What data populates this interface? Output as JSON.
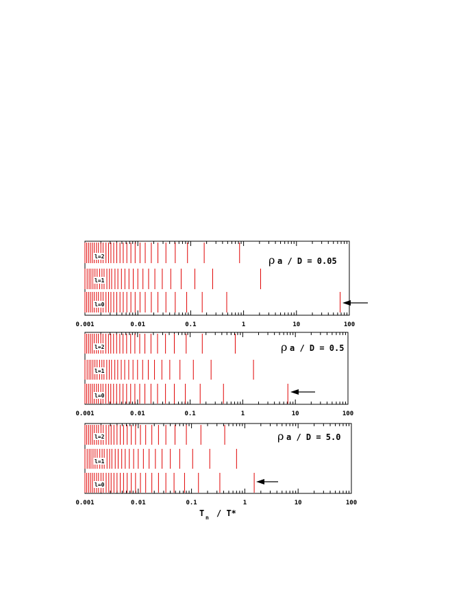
{
  "colors": {
    "mark": "#e00000",
    "axis": "#000000"
  },
  "xaxis": {
    "scale": "log",
    "ticks": [
      0.001,
      0.01,
      0.1,
      1,
      10,
      100
    ],
    "tick_labels": [
      "0.001",
      "0.01",
      "0.1",
      "1",
      "10",
      "100"
    ],
    "label_main": "T",
    "label_sub": "n",
    "label_rest": "/ T*"
  },
  "chart_data": [
    {
      "type": "scatter",
      "param_symbol": "ρ",
      "param_text": "a / D = 0.05",
      "xlim": [
        0.001,
        100
      ],
      "rows": [
        {
          "label": "l=2",
          "values": [
            0.84,
            0.18,
            0.087,
            0.051,
            0.034,
            0.024,
            0.018,
            0.0138,
            0.011,
            0.0089,
            0.0074,
            0.0062,
            0.0053,
            0.0046,
            0.004,
            0.0035,
            0.0031,
            0.0028,
            0.0025,
            0.0022,
            0.002,
            0.0018,
            0.00165,
            0.0015,
            0.00138,
            0.00127,
            0.00117,
            0.00108,
            0.001
          ]
        },
        {
          "label": "l=1",
          "values": [
            2.1,
            0.26,
            0.12,
            0.066,
            0.042,
            0.029,
            0.021,
            0.016,
            0.0125,
            0.01,
            0.0082,
            0.0068,
            0.0057,
            0.0049,
            0.0042,
            0.0037,
            0.0032,
            0.0029,
            0.0026,
            0.0023,
            0.0021,
            0.0019,
            0.0017,
            0.00155,
            0.00142,
            0.0013,
            0.0012,
            0.0011,
            0.001
          ]
        },
        {
          "label": "l=0",
          "values": [
            67,
            0.48,
            0.165,
            0.084,
            0.051,
            0.034,
            0.024,
            0.018,
            0.0138,
            0.011,
            0.0089,
            0.0074,
            0.0062,
            0.0053,
            0.0046,
            0.004,
            0.0035,
            0.0031,
            0.0028,
            0.0025,
            0.0022,
            0.002,
            0.0018,
            0.00165,
            0.0015,
            0.00138,
            0.00127,
            0.00117,
            0.00108,
            0.001
          ]
        }
      ],
      "arrow_row": "l=0"
    },
    {
      "type": "scatter",
      "param_symbol": "ρ",
      "param_text": "a / D = 0.5",
      "xlim": [
        0.001,
        100
      ],
      "rows": [
        {
          "label": "l=2",
          "values": [
            0.72,
            0.17,
            0.084,
            0.05,
            0.034,
            0.024,
            0.018,
            0.0138,
            0.011,
            0.0089,
            0.0074,
            0.0062,
            0.0053,
            0.0046,
            0.004,
            0.0035,
            0.0031,
            0.0028,
            0.0025,
            0.0022,
            0.002,
            0.0018,
            0.00165,
            0.0015,
            0.00138,
            0.00127,
            0.00117,
            0.00108,
            0.001
          ]
        },
        {
          "label": "l=1",
          "values": [
            1.6,
            0.25,
            0.115,
            0.064,
            0.041,
            0.029,
            0.021,
            0.016,
            0.0125,
            0.01,
            0.0082,
            0.0068,
            0.0057,
            0.0049,
            0.0042,
            0.0037,
            0.0032,
            0.0029,
            0.0026,
            0.0023,
            0.0021,
            0.0019,
            0.0017,
            0.00155,
            0.00142,
            0.0013,
            0.0012,
            0.0011,
            0.001
          ]
        },
        {
          "label": "l=0",
          "values": [
            7.2,
            0.43,
            0.155,
            0.081,
            0.05,
            0.034,
            0.024,
            0.018,
            0.0138,
            0.011,
            0.0089,
            0.0074,
            0.0062,
            0.0053,
            0.0046,
            0.004,
            0.0035,
            0.0031,
            0.0028,
            0.0025,
            0.0022,
            0.002,
            0.0018,
            0.00165,
            0.0015,
            0.00138,
            0.00127,
            0.00117,
            0.00108,
            0.001
          ]
        }
      ],
      "arrow_row": "l=0"
    },
    {
      "type": "scatter",
      "param_symbol": "ρ",
      "param_text": "a / D = 5.0",
      "xlim": [
        0.001,
        100
      ],
      "rows": [
        {
          "label": "l=2",
          "values": [
            0.42,
            0.15,
            0.08,
            0.049,
            0.033,
            0.024,
            0.018,
            0.0138,
            0.011,
            0.0089,
            0.0074,
            0.0062,
            0.0053,
            0.0046,
            0.004,
            0.0035,
            0.0031,
            0.0028,
            0.0025,
            0.0022,
            0.002,
            0.0018,
            0.00165,
            0.0015,
            0.00138,
            0.00127,
            0.00117,
            0.00108,
            0.001
          ]
        },
        {
          "label": "l=1",
          "values": [
            0.7,
            0.22,
            0.105,
            0.06,
            0.04,
            0.028,
            0.021,
            0.016,
            0.0125,
            0.01,
            0.0082,
            0.0068,
            0.0057,
            0.0049,
            0.0042,
            0.0037,
            0.0032,
            0.0029,
            0.0026,
            0.0023,
            0.0021,
            0.0019,
            0.0017,
            0.00155,
            0.00142,
            0.0013,
            0.0012,
            0.0011,
            0.001
          ]
        },
        {
          "label": "l=0",
          "values": [
            1.5,
            0.34,
            0.135,
            0.074,
            0.047,
            0.033,
            0.024,
            0.018,
            0.0138,
            0.011,
            0.0089,
            0.0074,
            0.0062,
            0.0053,
            0.0046,
            0.004,
            0.0035,
            0.0031,
            0.0028,
            0.0025,
            0.0022,
            0.002,
            0.0018,
            0.00165,
            0.0015,
            0.00138,
            0.00127,
            0.00117,
            0.00108,
            0.001
          ]
        }
      ],
      "arrow_row": "l=0"
    }
  ]
}
